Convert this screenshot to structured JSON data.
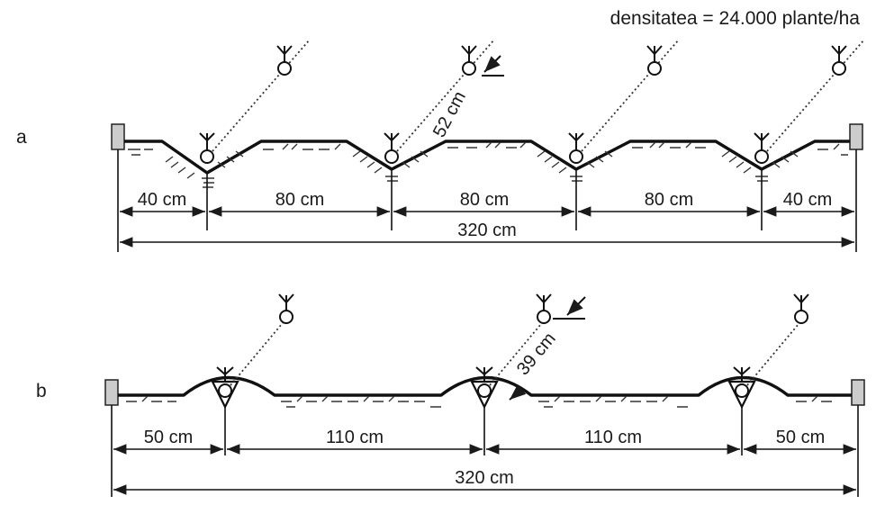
{
  "density_label": "densitatea = 24.000 plante/ha",
  "panel_a": {
    "label": "a",
    "dimensions": [
      "40 cm",
      "80 cm",
      "80 cm",
      "80 cm",
      "40 cm"
    ],
    "total": "320 cm",
    "depth_label": "52 cm"
  },
  "panel_b": {
    "label": "b",
    "dimensions": [
      "50 cm",
      "110 cm",
      "110 cm",
      "50 cm"
    ],
    "total": "320 cm",
    "depth_label": "39 cm"
  }
}
